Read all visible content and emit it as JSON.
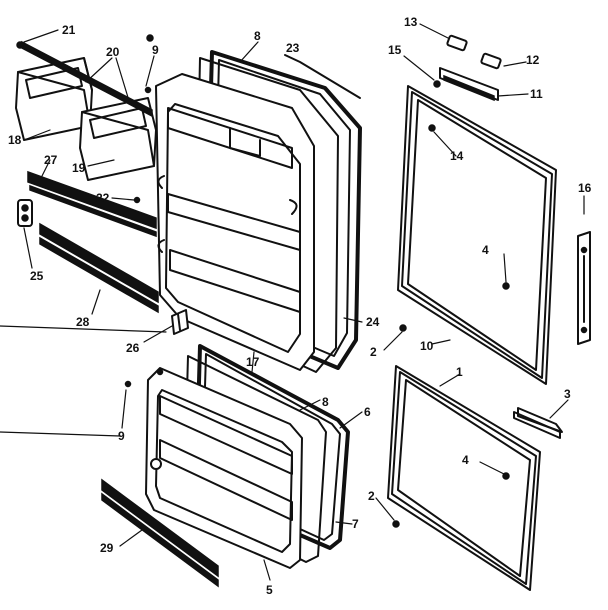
{
  "labels": {
    "p21": "21",
    "p20": "20",
    "p9a": "9",
    "p8a": "8",
    "p23": "23",
    "p13": "13",
    "p15": "15",
    "p12": "12",
    "p11": "11",
    "p14": "14",
    "p18a": "18",
    "p19": "19",
    "p27": "27",
    "p22": "22",
    "p16": "16",
    "p25": "25",
    "p4a": "4",
    "p28": "28",
    "p24": "24",
    "p26": "26",
    "p17": "17",
    "p2a": "2",
    "p10": "10",
    "p1": "1",
    "p3": "3",
    "p9b": "9",
    "p8b": "8",
    "p6": "6",
    "p4b": "4",
    "p2b": "2",
    "p7": "7",
    "p29": "29",
    "p5": "5"
  }
}
